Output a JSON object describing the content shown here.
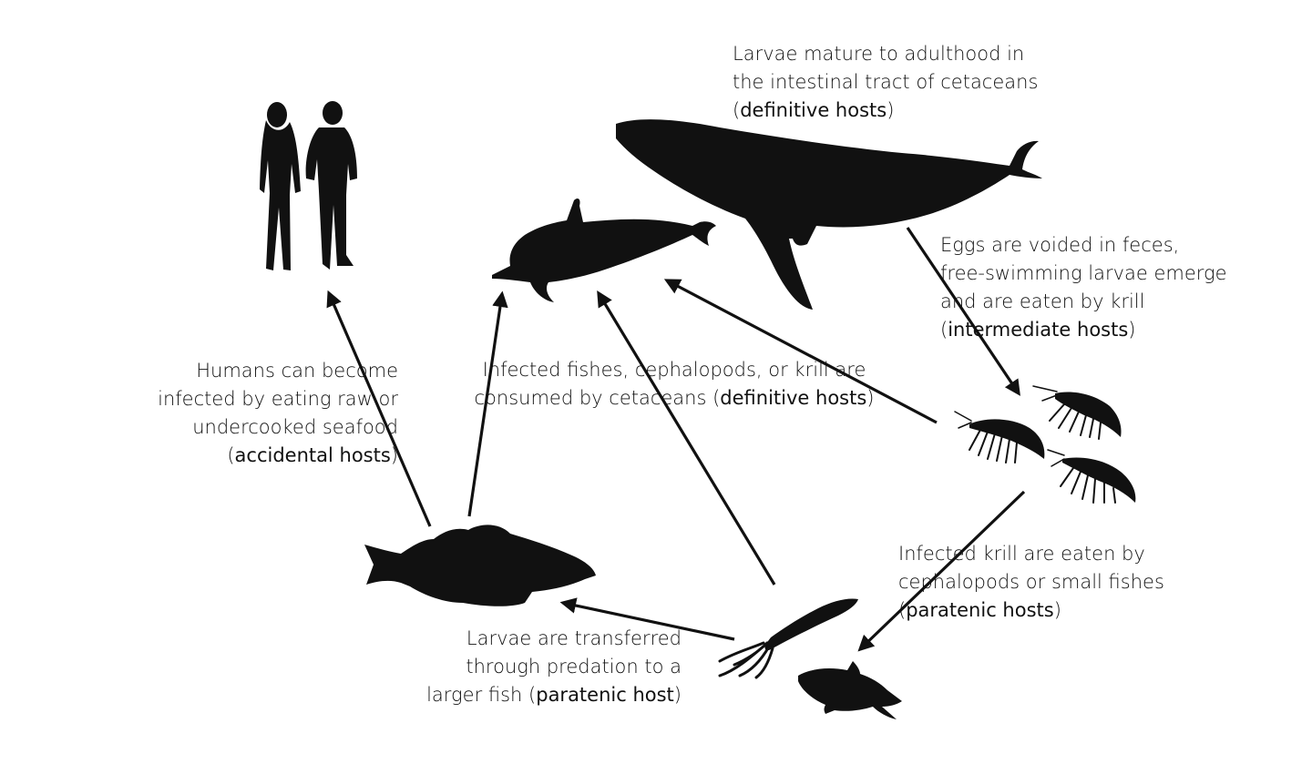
{
  "diagram": {
    "labels": {
      "cetaceans": {
        "lines": [
          "Larvae mature to adulthood in",
          "the intestinal tract of cetaceans"
        ],
        "host_prefix": "(",
        "host": "definitive hosts",
        "host_suffix": ")"
      },
      "eggs": {
        "lines": [
          "Eggs are voided in feces,",
          "free-swimming larvae emerge",
          "and are eaten by krill"
        ],
        "host_prefix": "(",
        "host": "intermediate hosts",
        "host_suffix": ")"
      },
      "consumed": {
        "line1": "Infected fishes, cephalopods, or krill are",
        "line2_prefix": "consumed by cetaceans (",
        "host": "definitive hosts",
        "host_suffix": ")"
      },
      "humans": {
        "lines": [
          "Humans can become",
          "infected by eating raw or",
          "undercooked seafood"
        ],
        "host_prefix": "(",
        "host": "accidental hosts",
        "host_suffix": ")"
      },
      "krill_eaten": {
        "lines": [
          "Infected krill are eaten by",
          "cephalopods or small fishes"
        ],
        "host_prefix": "(",
        "host": "paratenic hosts",
        "host_suffix": ")"
      },
      "transfer": {
        "line1": "Larvae are transferred",
        "line2": "through predation to a",
        "line3_prefix": "larger fish (",
        "host": "paratenic host",
        "host_suffix": ")"
      }
    },
    "silhouettes": [
      "humans",
      "humpback-whale",
      "dolphin",
      "krill",
      "cod-fish",
      "squid",
      "small-fish"
    ]
  }
}
